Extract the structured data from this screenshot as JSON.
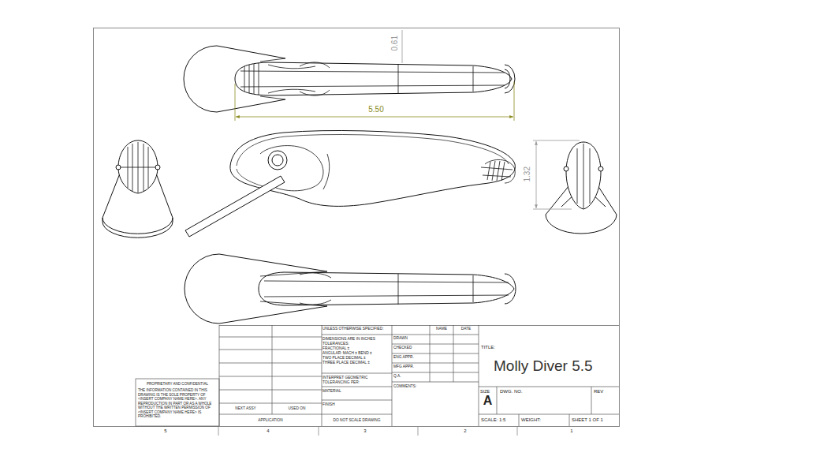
{
  "diagram": {
    "title": "Molly Diver 5.5",
    "labels": [
      "0.61",
      "5.50",
      "1.32",
      "UNLESS OTHERWISE SPECIFIED:",
      "NAME",
      "DATE",
      "DIMENSIONS ARE IN INCHES",
      "TOLERANCES:",
      "FRACTIONAL ±",
      "ANGULAR: MACH ± BEND ±",
      "TWO PLACE DECIMAL ±",
      "THREE PLACE DECIMAL ±",
      "DRAWN",
      "CHECKED",
      "ENG APPR.",
      "MFG APPR.",
      "Q.A.",
      "COMMENTS:",
      "INTERPRET GEOMETRIC TOLERANCING PER:",
      "MATERIAL",
      "FINISH",
      "NEXT ASSY",
      "USED ON",
      "APPLICATION",
      "DO NOT SCALE DRAWING",
      "PROPRIETARY AND CONFIDENTIAL",
      "THE INFORMATION CONTAINED IN THIS DRAWING IS THE SOLE PROPERTY OF <INSERT COMPANY NAME HERE>. ANY REPRODUCTION IN PART OR AS A WHOLE WITHOUT THE WRITTEN PERMISSION OF <INSERT COMPANY NAME HERE> IS PROHIBITED.",
      "TITLE:",
      "SIZE",
      "A",
      "DWG. NO.",
      "REV",
      "SCALE: 1:5",
      "WEIGHT:",
      "SHEET 1 OF 1",
      "5",
      "4",
      "3",
      "2",
      "1"
    ]
  }
}
